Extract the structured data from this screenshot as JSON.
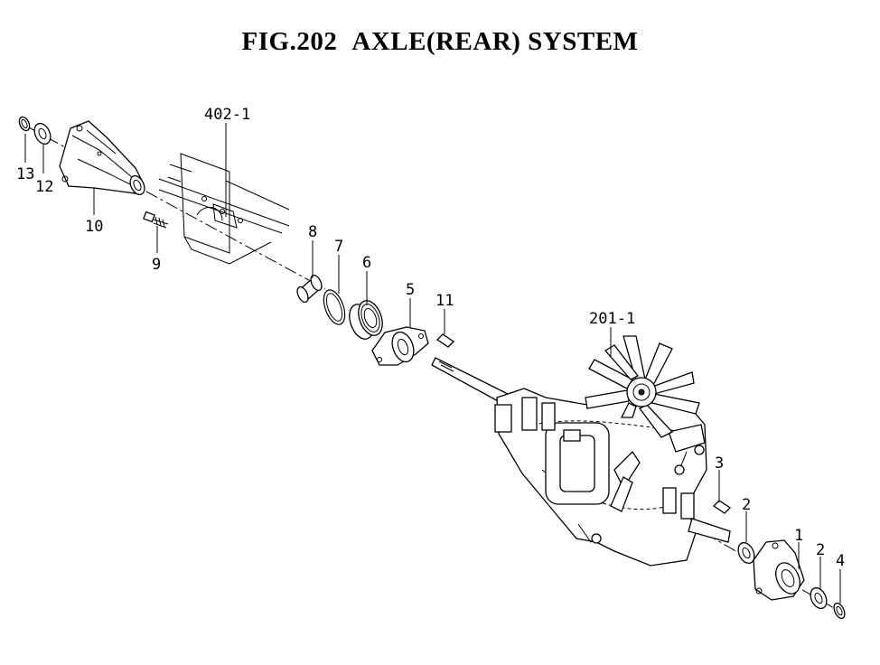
{
  "title": {
    "fig": "FIG.202",
    "name": "AXLE(REAR) SYSTEM"
  },
  "callouts": [
    "13",
    "12",
    "10",
    "9",
    "402-1",
    "8",
    "7",
    "6",
    "5",
    "11",
    "201-1",
    "3",
    "2",
    "1",
    "2",
    "4"
  ]
}
